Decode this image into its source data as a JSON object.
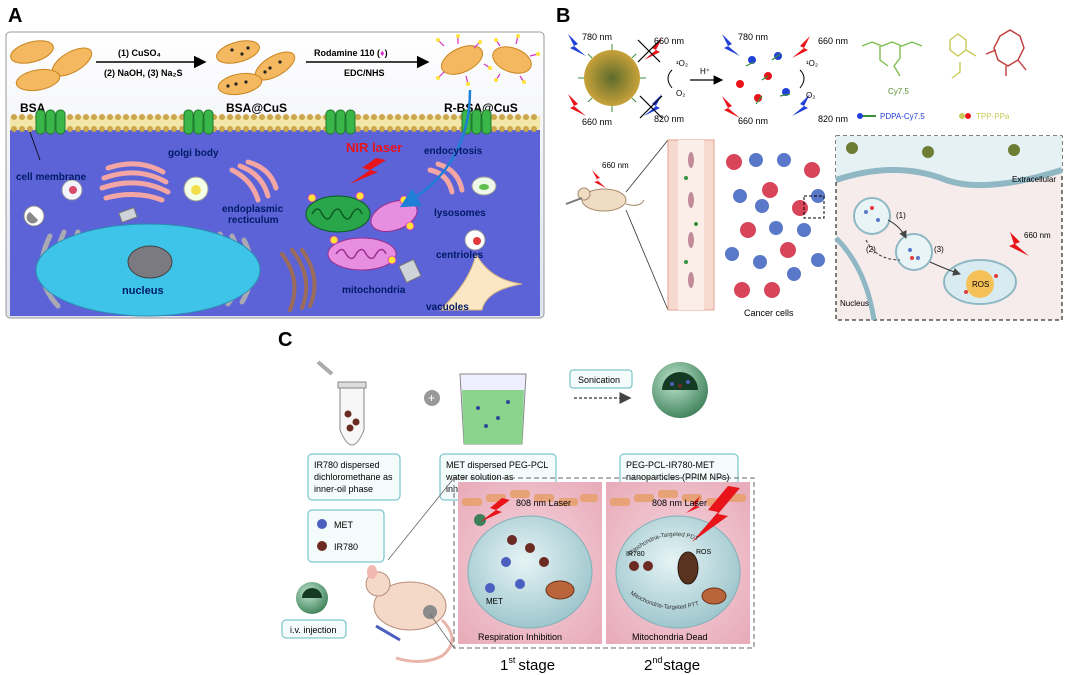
{
  "panels": {
    "a": {
      "letter": "A",
      "reagents": {
        "step1": "(1) CuSO₄",
        "step2": "(2) NaOH, (3) Na₂S",
        "step3": "Rodamine 110 (",
        "step3_end": ")",
        "step4": "EDC/NHS"
      },
      "products": {
        "bsa": "BSA",
        "bsa_cus": "BSA@CuS",
        "r_bsa_cus": "R-BSA@CuS"
      },
      "cell_labels": {
        "cell_membrane": "cell membrane",
        "golgi_body": "golgi body",
        "nir_laser": "NIR laser",
        "endocytosis": "endocytosis",
        "endoplasmic": "endoplasmic",
        "recticulum": "recticulum",
        "lysosomes": "lysosomes",
        "centrioles": "centrioles",
        "nucleus": "nucleus",
        "mitochondria": "mitochondria",
        "vacuoles": "vacuoles"
      },
      "colors": {
        "cytoplasm": "#5b63d6",
        "nucleus": "#3ec4e8",
        "membrane": "#3ab54a",
        "laser": "#e8141a"
      }
    },
    "b": {
      "letter": "B",
      "wavelengths": {
        "w780a": "780 nm",
        "w660a": "660 nm",
        "w660b": "660 nm",
        "w820a": "820 nm",
        "w780b": "780 nm",
        "w660c": "660 nm",
        "w660d": "660 nm",
        "w820b": "820 nm"
      },
      "species": {
        "o1": "¹O₂",
        "o2": "O₂",
        "o3": "¹O₂",
        "o4": "O₂",
        "h": "H⁺"
      },
      "legend": {
        "cy": "Cy7.5",
        "pdpa": "PDPA-Cy7.5",
        "tpp": "TPP-PPa"
      },
      "mouse_wavelength": "660 nm",
      "cancer_cells": "Cancer cells",
      "inset": {
        "extracellular": "Extracellular",
        "nucleus": "Nucleus",
        "ros": "ROS",
        "wl": "660 nm",
        "s1": "(1)",
        "s2": "(2)",
        "s3": "(3)"
      }
    },
    "c": {
      "letter": "C",
      "sonication": "Sonication",
      "boxes": {
        "ir780": [
          "IR780 dispersed",
          "dichloromethane as",
          "inner-oil phase"
        ],
        "met": [
          "MET dispersed PEG-PCL",
          "water solution as",
          "inner-water phase"
        ],
        "nps": [
          "PEG-PCL-IR780-MET",
          "nanoparticles (PPIM NPs)"
        ]
      },
      "legend": {
        "met": "MET",
        "ir780": "IR780"
      },
      "iv": "i.v. injection",
      "stage1": {
        "laser": "808 nm Laser",
        "met": "MET",
        "bottom": "Respiration Inhibition",
        "stage": "1",
        "sup": "st",
        "word": "stage"
      },
      "stage2": {
        "laser": "808 nm Laser",
        "ir780": "IR780",
        "ros": "ROS",
        "bottom": "Mitochondria Dead",
        "stage": "2",
        "sup": "nd",
        "word": "stage"
      },
      "arc_labels": {
        "a1": "Mitochondria-Targeted PDT",
        "a2": "Mitochondria-Targeted PTT"
      }
    }
  }
}
